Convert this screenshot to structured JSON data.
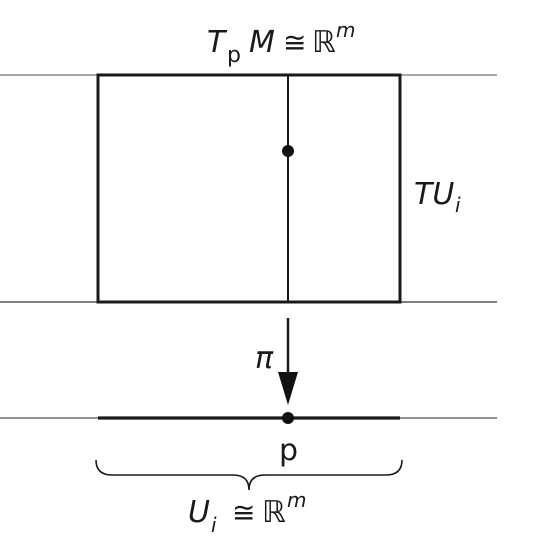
{
  "labels": {
    "fiber_top": {
      "T": "T",
      "sub": "p",
      "M": "M",
      "cong": "≅",
      "R": "ℝ",
      "sup": "m"
    },
    "bundle": {
      "main": "TU",
      "sub": "i"
    },
    "projection": "π",
    "point": "p",
    "chart_bottom": {
      "U": "U",
      "sub": "i",
      "cong": "≅",
      "R": "ℝ",
      "sup": "m"
    }
  },
  "colors": {
    "stroke": "#1a1a1a",
    "thin_line": "#8a8a8a"
  }
}
